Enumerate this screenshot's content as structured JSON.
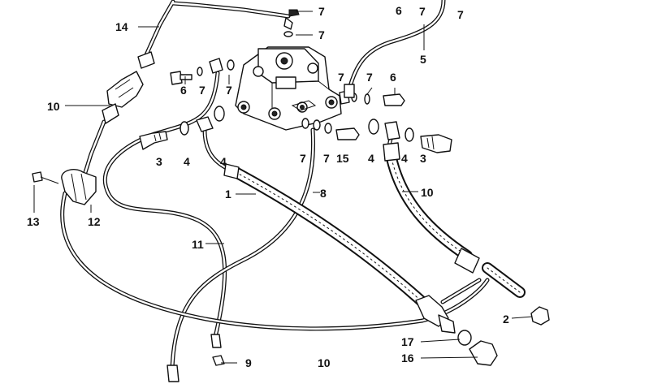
{
  "diagram": {
    "callouts": [
      {
        "id": "c-6-top",
        "label": "6"
      },
      {
        "id": "c-7-top-a",
        "label": "7"
      },
      {
        "id": "c-7-top-b",
        "label": "7"
      },
      {
        "id": "c-7-clip-a",
        "label": "7"
      },
      {
        "id": "c-7-clip-b",
        "label": "7"
      },
      {
        "id": "c-14",
        "label": "14"
      },
      {
        "id": "c-5",
        "label": "5"
      },
      {
        "id": "c-6-left",
        "label": "6"
      },
      {
        "id": "c-7-left-a",
        "label": "7"
      },
      {
        "id": "c-7-left-b",
        "label": "7"
      },
      {
        "id": "c-7-right-a",
        "label": "7"
      },
      {
        "id": "c-7-right-b",
        "label": "7"
      },
      {
        "id": "c-6-right",
        "label": "6"
      },
      {
        "id": "c-10-left",
        "label": "10"
      },
      {
        "id": "c-3-left",
        "label": "3"
      },
      {
        "id": "c-4-left-a",
        "label": "4"
      },
      {
        "id": "c-4-left-b",
        "label": "4"
      },
      {
        "id": "c-7-bottom-a",
        "label": "7"
      },
      {
        "id": "c-7-bottom-b",
        "label": "7"
      },
      {
        "id": "c-15",
        "label": "15"
      },
      {
        "id": "c-4-right-a",
        "label": "4"
      },
      {
        "id": "c-4-right-b",
        "label": "4"
      },
      {
        "id": "c-3-right",
        "label": "3"
      },
      {
        "id": "c-1",
        "label": "1"
      },
      {
        "id": "c-8",
        "label": "8"
      },
      {
        "id": "c-10-right",
        "label": "10"
      },
      {
        "id": "c-13",
        "label": "13"
      },
      {
        "id": "c-12",
        "label": "12"
      },
      {
        "id": "c-11",
        "label": "11"
      },
      {
        "id": "c-2",
        "label": "2"
      },
      {
        "id": "c-17",
        "label": "17"
      },
      {
        "id": "c-16",
        "label": "16"
      },
      {
        "id": "c-9",
        "label": "9"
      },
      {
        "id": "c-10-bottom",
        "label": "10"
      }
    ]
  }
}
